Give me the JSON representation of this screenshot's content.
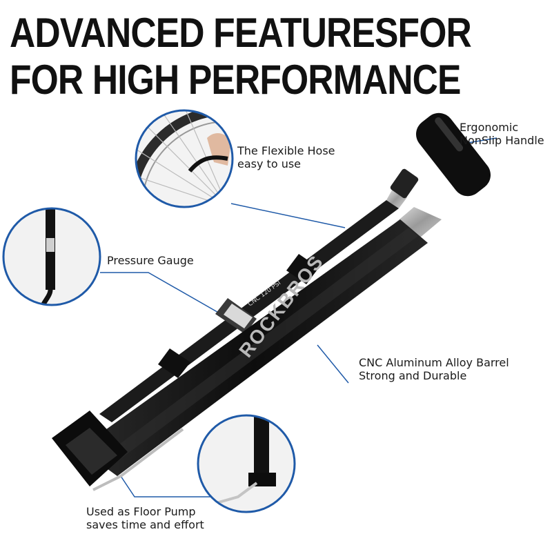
{
  "headline": {
    "line1": "ADVANCED FEATURESFOR",
    "line2": "FOR HIGH PERFORMANCE"
  },
  "callouts": {
    "hose": {
      "line1": "The Flexible Hose",
      "line2": "easy to use"
    },
    "handle": {
      "line1": "Ergonomic",
      "line2": "NonSlip Handle"
    },
    "gauge": {
      "line1": "Pressure Gauge"
    },
    "barrel": {
      "line1": "CNC Aluminum Alloy Barrel",
      "line2": "Strong and Durable"
    },
    "floor": {
      "line1": "Used as Floor Pump",
      "line2": "saves time and effort"
    }
  },
  "product": {
    "brand_text": "ROCKBROS",
    "gauge_text": "CNC 120 PSI"
  },
  "colors": {
    "accent_ring": "#1f5aa8",
    "pump_body": "#141414",
    "text": "#1a1a1a"
  }
}
